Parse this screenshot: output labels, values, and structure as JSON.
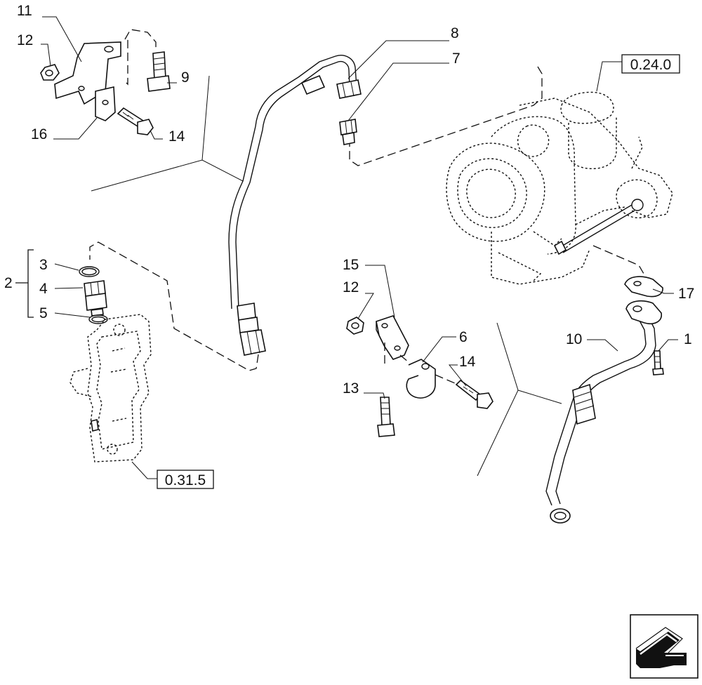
{
  "callouts": {
    "c1": "1",
    "c2": "2",
    "c3": "3",
    "c4": "4",
    "c5": "5",
    "c6": "6",
    "c7": "7",
    "c8": "8",
    "c9": "9",
    "c10": "10",
    "c11": "11",
    "c12a": "12",
    "c12b": "12",
    "c13": "13",
    "c14a": "14",
    "c14b": "14",
    "c15": "15",
    "c16": "16",
    "c17": "17"
  },
  "references": {
    "turbo": "0.24.0",
    "filter": "0.31.5"
  },
  "icons": {
    "nav": "direction-arrow-icon"
  },
  "colors": {
    "line": "#111111",
    "background": "#ffffff",
    "icon_fill": "#111111"
  }
}
